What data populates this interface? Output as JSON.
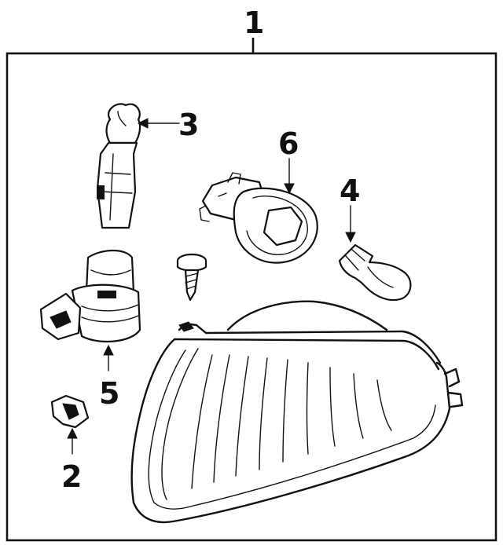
{
  "callouts": {
    "c1": "1",
    "c2": "2",
    "c3": "3",
    "c4": "4",
    "c5": "5",
    "c6": "6"
  },
  "colors": {
    "ink": "#111111",
    "background": "#ffffff"
  }
}
